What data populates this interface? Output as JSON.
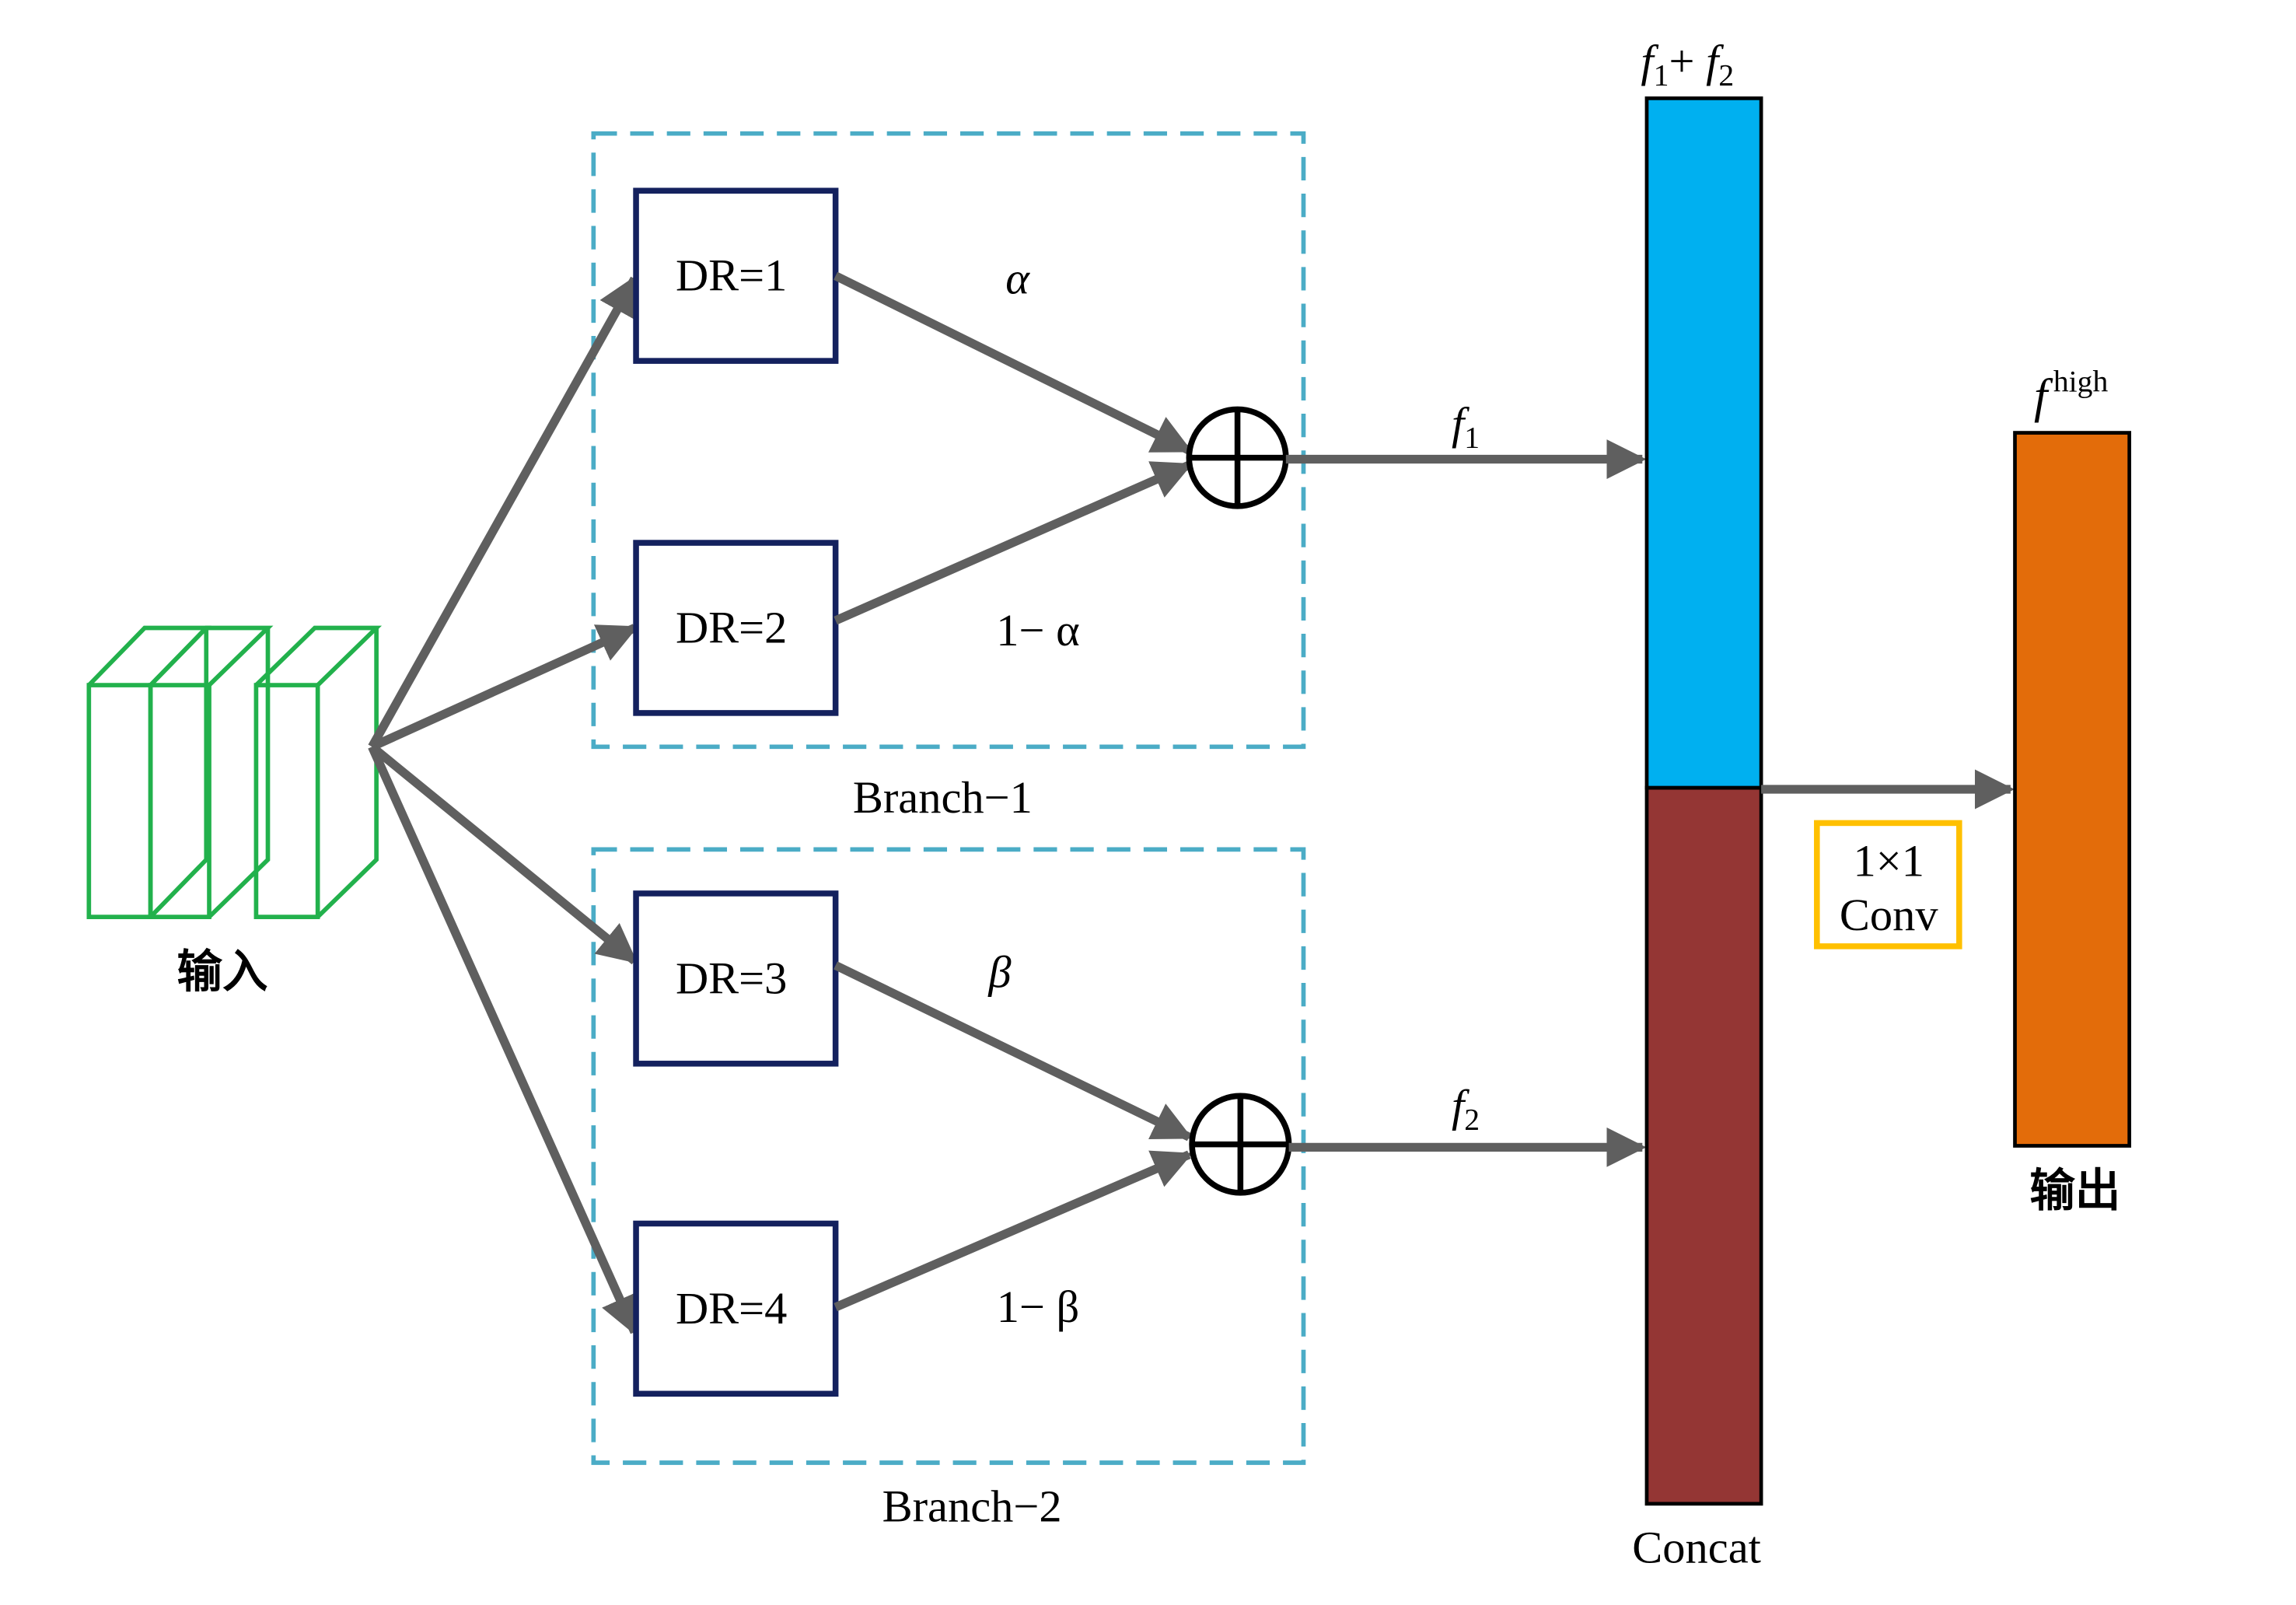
{
  "input": {
    "label": "输入"
  },
  "branches": [
    {
      "label": "Branch−1",
      "blocks": [
        {
          "label": "DR=1",
          "weight": "α"
        },
        {
          "label": "DR=2",
          "weight": "1− α"
        }
      ],
      "output": "f",
      "output_sub": "1"
    },
    {
      "label": "Branch−2",
      "blocks": [
        {
          "label": "DR=3",
          "weight": "β"
        },
        {
          "label": "DR=4",
          "weight": "1− β"
        }
      ],
      "output": "f",
      "output_sub": "2"
    }
  ],
  "concat": {
    "label": "Concat",
    "top_label": {
      "f1": "f",
      "sub1": "1",
      "plus": "+ ",
      "f2": "f",
      "sub2": "2"
    },
    "colors": {
      "top": "#00b0f0",
      "bottom": "#943634"
    }
  },
  "conv": {
    "line1": "1×1",
    "line2": "Conv",
    "border_color": "#ffc000"
  },
  "output": {
    "label": "输出",
    "symbol": "f",
    "superscript": "high",
    "color": "#e36c0a"
  },
  "colors": {
    "arrow": "#5f5f5f",
    "input_cube": "#22b14c",
    "block_border": "#14215e",
    "dashed_border": "#4bacc6"
  }
}
